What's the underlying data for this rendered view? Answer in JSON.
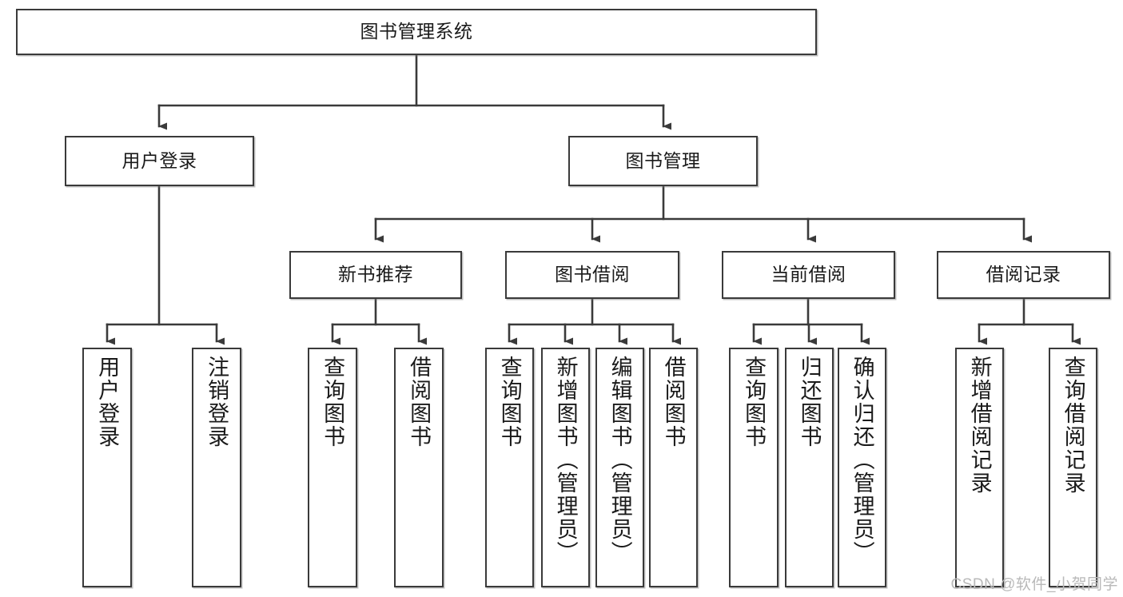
{
  "diagram": {
    "title": "图书管理系统",
    "type": "hierarchy-tree",
    "watermark": "CSDN @软件_小贺同学",
    "colors": {
      "box_border": "#3a3a3a",
      "box_fill": "#ffffff",
      "connector": "#3a3a3a",
      "text": "#1a1a1a",
      "watermark": "#b9b9b9"
    }
  },
  "nodes": {
    "root": {
      "label": "图书管理系统",
      "level": 0,
      "orientation": "horizontal"
    },
    "l1": [
      {
        "label": "用户登录",
        "level": 1,
        "orientation": "horizontal"
      },
      {
        "label": "图书管理",
        "level": 1,
        "orientation": "horizontal"
      }
    ],
    "l2": [
      {
        "label": "新书推荐",
        "level": 2,
        "orientation": "horizontal"
      },
      {
        "label": "图书借阅",
        "level": 2,
        "orientation": "horizontal"
      },
      {
        "label": "当前借阅",
        "level": 2,
        "orientation": "horizontal"
      },
      {
        "label": "借阅记录",
        "level": 2,
        "orientation": "horizontal"
      }
    ],
    "leaves": {
      "user_login": [
        {
          "label": "用户登录",
          "orientation": "vertical"
        },
        {
          "label": "注销登录",
          "orientation": "vertical"
        }
      ],
      "new_book": [
        {
          "label": "查询图书",
          "orientation": "vertical"
        },
        {
          "label": "借阅图书",
          "orientation": "vertical"
        }
      ],
      "book_borrow": [
        {
          "label": "查询图书",
          "orientation": "vertical"
        },
        {
          "label": "新增图书（管理员）",
          "orientation": "vertical"
        },
        {
          "label": "编辑图书（管理员）",
          "orientation": "vertical"
        },
        {
          "label": "借阅图书",
          "orientation": "vertical"
        }
      ],
      "current_borrow": [
        {
          "label": "查询图书",
          "orientation": "vertical"
        },
        {
          "label": "归还图书",
          "orientation": "vertical"
        },
        {
          "label": "确认归还（管理员）",
          "orientation": "vertical"
        }
      ],
      "borrow_record": [
        {
          "label": "新增借阅记录",
          "orientation": "vertical"
        },
        {
          "label": "查询借阅记录",
          "orientation": "vertical"
        }
      ]
    }
  }
}
